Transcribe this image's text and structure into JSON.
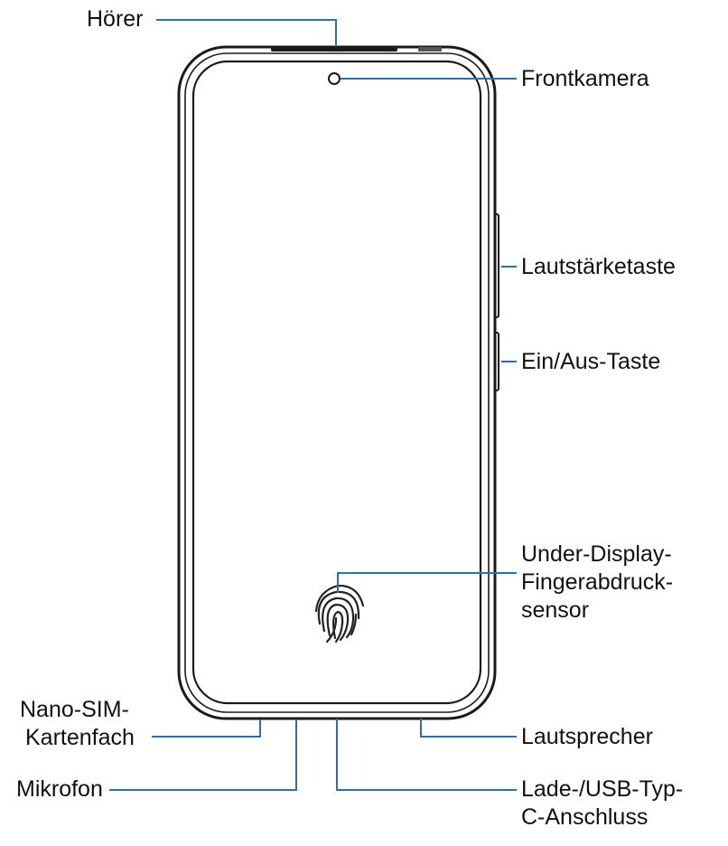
{
  "labels": {
    "hoerer": "Hörer",
    "frontkamera": "Frontkamera",
    "lautstaerketaste": "Lautstärketaste",
    "ein_aus_taste": "Ein/Aus-Taste",
    "fingerprint_line1": "Under-Display-",
    "fingerprint_line2": "Fingerabdruck-",
    "fingerprint_line3": "sensor",
    "nano_sim_line1": "Nano-SIM-",
    "nano_sim_line2": "Kartenfach",
    "lautsprecher": "Lautsprecher",
    "mikrofon": "Mikrofon",
    "usb_line1": "Lade-/USB-Typ-",
    "usb_line2": "C-Anschluss"
  },
  "colors": {
    "leader_line": "#2f6fa8",
    "outline": "#1a1a1a",
    "text": "#111111"
  }
}
